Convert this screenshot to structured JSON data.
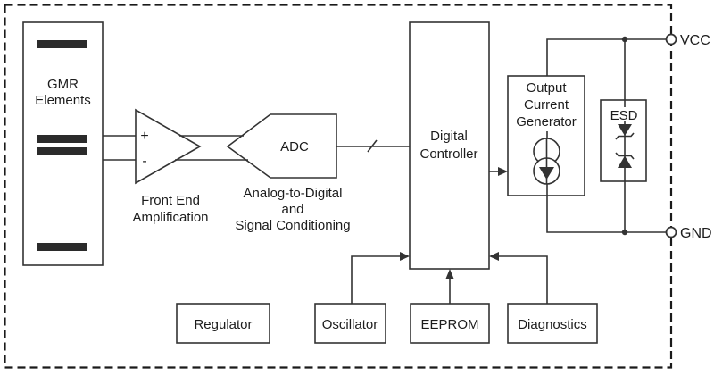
{
  "diagram": {
    "type": "ic-block-diagram",
    "blocks": {
      "gmr": {
        "line1": "GMR",
        "line2": "Elements"
      },
      "amp": {
        "plus": "+",
        "minus": "-",
        "caption1": "Front End",
        "caption2": "Amplification"
      },
      "adc": {
        "label": "ADC",
        "caption1": "Analog-to-Digital",
        "caption2": "and",
        "caption3": "Signal Conditioning"
      },
      "digital_controller": {
        "line1": "Digital",
        "line2": "Controller"
      },
      "output_current_generator": {
        "line1": "Output",
        "line2": "Current",
        "line3": "Generator"
      },
      "esd": {
        "label": "ESD"
      },
      "regulator": {
        "label": "Regulator"
      },
      "oscillator": {
        "label": "Oscillator"
      },
      "eeprom": {
        "label": "EEPROM"
      },
      "diagnostics": {
        "label": "Diagnostics"
      }
    },
    "pins": {
      "vcc": "VCC",
      "gnd": "GND"
    },
    "colors": {
      "background": "#ffffff",
      "stroke": "#333333",
      "text": "#1c1c1c",
      "bar_fill": "#2b2b2b",
      "boundary": "#1a1a1a"
    }
  }
}
